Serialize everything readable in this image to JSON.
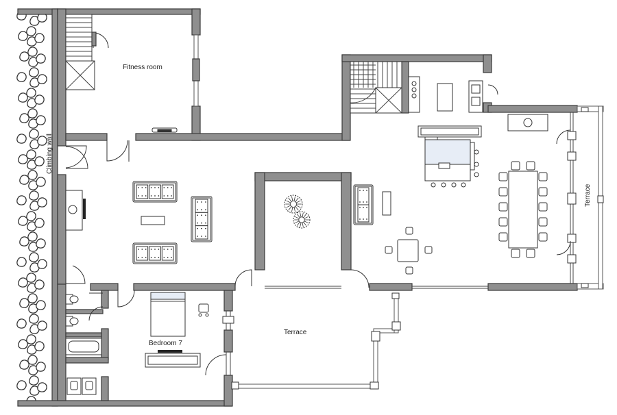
{
  "labels": {
    "fitness_room": "Fitness room",
    "climbing_wall": "Climbing wall",
    "terrace_east": "Terrace",
    "terrace_south": "Terrace",
    "bedroom": "Bedroom 7"
  },
  "colors": {
    "wall_fill": "#8f8f8f",
    "wall_stroke": "#3a3a3a",
    "line": "#333333",
    "soft_fill": "#e7edf6",
    "background": "#ffffff"
  }
}
